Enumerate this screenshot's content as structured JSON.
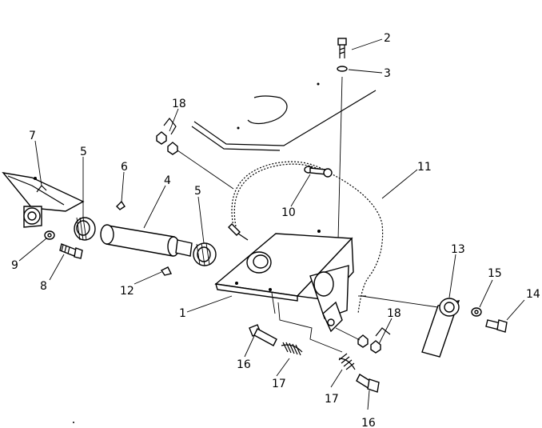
{
  "diagram": {
    "callouts": [
      {
        "id": "c2",
        "label": "2"
      },
      {
        "id": "c3",
        "label": "3"
      },
      {
        "id": "c18a",
        "label": "18"
      },
      {
        "id": "c7",
        "label": "7"
      },
      {
        "id": "c5a",
        "label": "5"
      },
      {
        "id": "c6",
        "label": "6"
      },
      {
        "id": "c4",
        "label": "4"
      },
      {
        "id": "c5b",
        "label": "5"
      },
      {
        "id": "c11",
        "label": "11"
      },
      {
        "id": "c10",
        "label": "10"
      },
      {
        "id": "c9",
        "label": "9"
      },
      {
        "id": "c8",
        "label": "8"
      },
      {
        "id": "c12",
        "label": "12"
      },
      {
        "id": "c13",
        "label": "13"
      },
      {
        "id": "c15",
        "label": "15"
      },
      {
        "id": "c14",
        "label": "14"
      },
      {
        "id": "c1",
        "label": "1"
      },
      {
        "id": "c18b",
        "label": "18"
      },
      {
        "id": "c16a",
        "label": "16"
      },
      {
        "id": "c17a",
        "label": "17"
      },
      {
        "id": "c17b",
        "label": "17"
      },
      {
        "id": "c16b",
        "label": "16"
      }
    ]
  },
  "colors": {
    "ink": "#000000",
    "paper": "#ffffff"
  }
}
